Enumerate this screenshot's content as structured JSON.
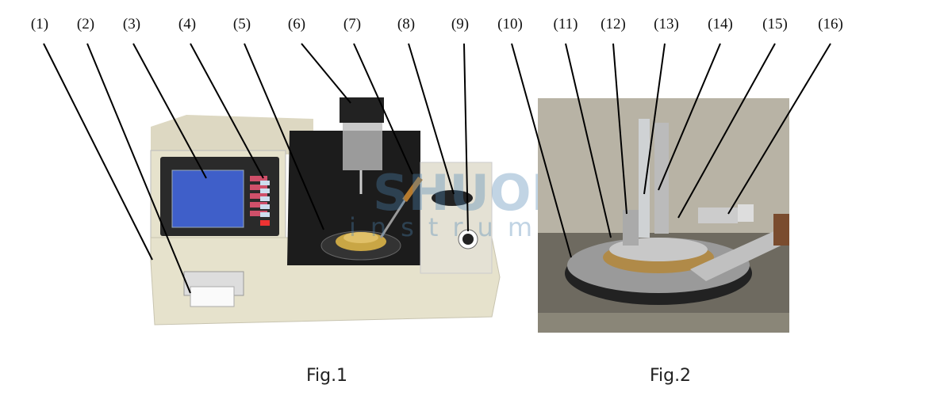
{
  "labels": [
    "(1)",
    "(2)",
    "(3)",
    "(4)",
    "(5)",
    "(6)",
    "(7)",
    "(8)",
    "(9)",
    "(10)",
    "(11)",
    "(12)",
    "(13)",
    "(14)",
    "(15)",
    "(16)"
  ],
  "captions": {
    "fig1": "Fig.1",
    "fig2": "Fig.2"
  },
  "watermark": {
    "brand": "SHUOBO",
    "sub": "instrument"
  },
  "colors": {
    "machine_body": "#e6e2cc",
    "screen": "#3f5fc9",
    "brass": "#c9a645",
    "dark_panel": "#1c1c1c",
    "leader_line": "#000000"
  }
}
